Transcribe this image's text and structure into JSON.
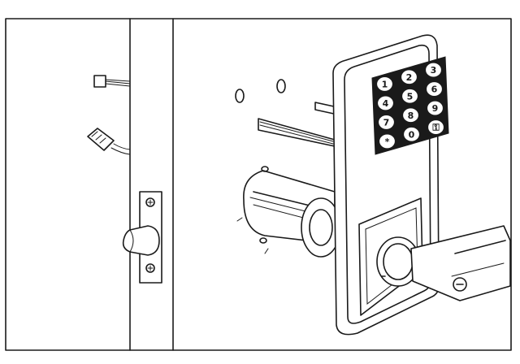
{
  "keypad": {
    "keys": [
      "1",
      "2",
      "3",
      "4",
      "5",
      "6",
      "7",
      "8",
      "9",
      "*",
      "0",
      "⚿"
    ]
  }
}
